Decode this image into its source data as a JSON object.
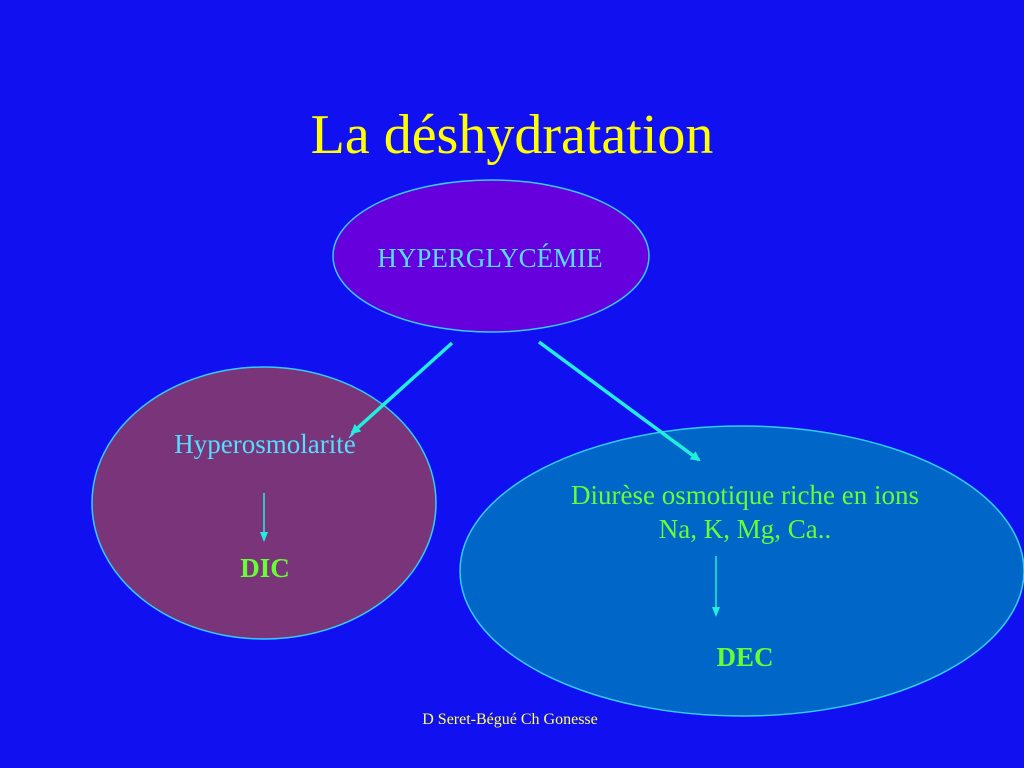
{
  "slide": {
    "title": "La déshydratation",
    "footer": "D Seret-Bégué  Ch Gonesse"
  },
  "diagram": {
    "root": {
      "label": "HYPERGLYCÉMIE"
    },
    "left": {
      "label": "Hyperosmolarité",
      "result": "DIC"
    },
    "right": {
      "label_line1": "Diurèse osmotique riche en ions",
      "label_line2": "Na, K, Mg, Ca..",
      "result": "DEC"
    }
  },
  "colors": {
    "background": "#1010f0",
    "title": "#ffff00",
    "root_fill": "#6600dd",
    "left_fill": "#7a347a",
    "right_fill": "#0066c8",
    "outline": "#33ccff",
    "arrow": "#22eedd",
    "label_text": "#55ddff",
    "green_text": "#66ff33",
    "footer_text": "#ffff55"
  }
}
